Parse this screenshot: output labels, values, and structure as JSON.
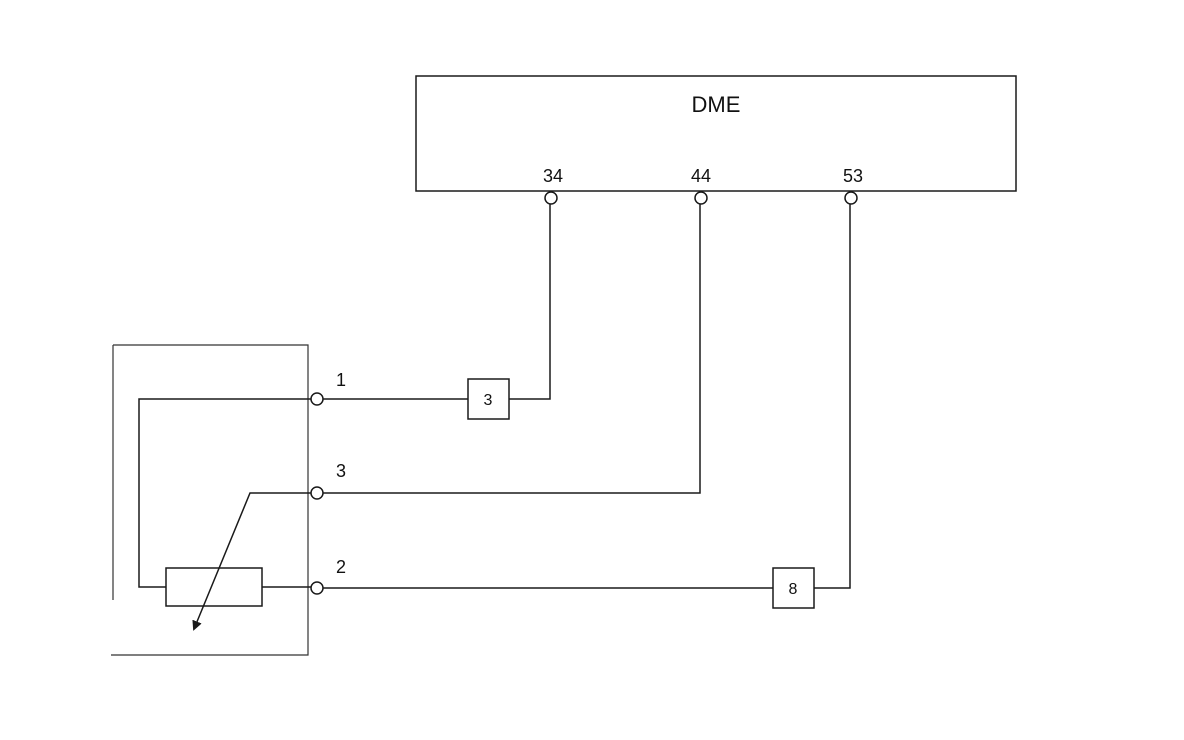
{
  "module": {
    "label": "DME",
    "pins": [
      "34",
      "44",
      "53"
    ]
  },
  "sensor": {
    "terminals": [
      "1",
      "3",
      "2"
    ]
  },
  "connectors": {
    "upper": "3",
    "lower": "8"
  }
}
